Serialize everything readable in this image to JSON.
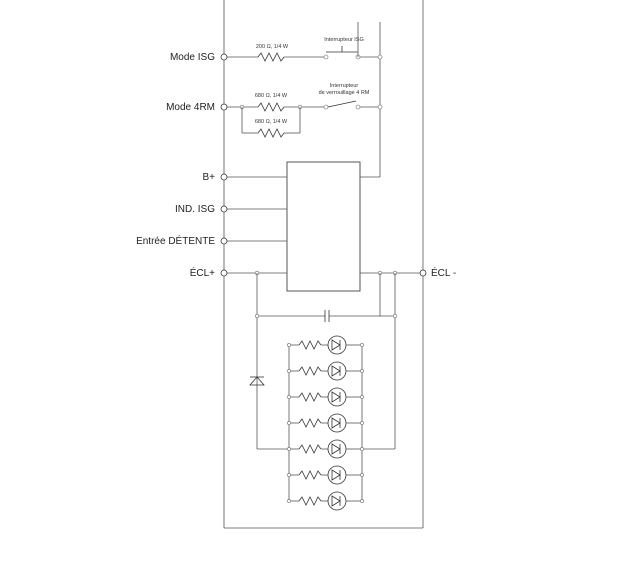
{
  "pins": {
    "mode_isg": "Mode ISG",
    "mode_4rm": "Mode 4RM",
    "b_plus": "B+",
    "ind_isg": "IND. ISG",
    "entree_detente": "Entrée DÉTENTE",
    "ecl_plus": "ÉCL+",
    "ecl_minus": "ÉCL -"
  },
  "components": {
    "r_isg": "200 Ω, 1/4 W",
    "r_4rm_1": "680 Ω, 1/4 W",
    "r_4rm_2": "680 Ω, 1/4 W",
    "switch_isg": "Interrupteur ISG",
    "switch_4rm_line1": "Interrupteur",
    "switch_4rm_line2": "de verrouillage 4 RM"
  },
  "led_count": 7
}
